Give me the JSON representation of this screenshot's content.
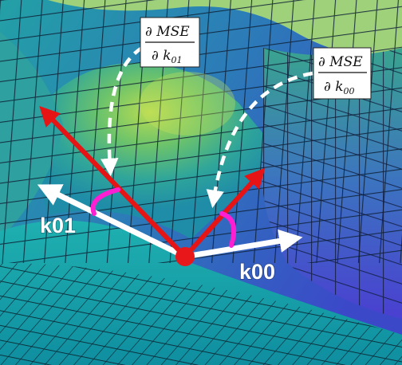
{
  "labels": {
    "k01": "k01",
    "k00": "k00"
  },
  "annotations": {
    "grad_k01": {
      "numerator": "∂ MSE",
      "denominator_prefix": "∂ k",
      "denominator_sub": "01"
    },
    "grad_k00": {
      "numerator": "∂ MSE",
      "denominator_prefix": "∂ k",
      "denominator_sub": "00"
    }
  },
  "colors": {
    "gradient_arrow": "#e61414",
    "vector_arrow": "#ffffff",
    "angle_arc": "#ff1fd2",
    "origin_point": "#e8171a",
    "dashed_pointer": "#ffffff",
    "label_box": "#ffffff"
  }
}
